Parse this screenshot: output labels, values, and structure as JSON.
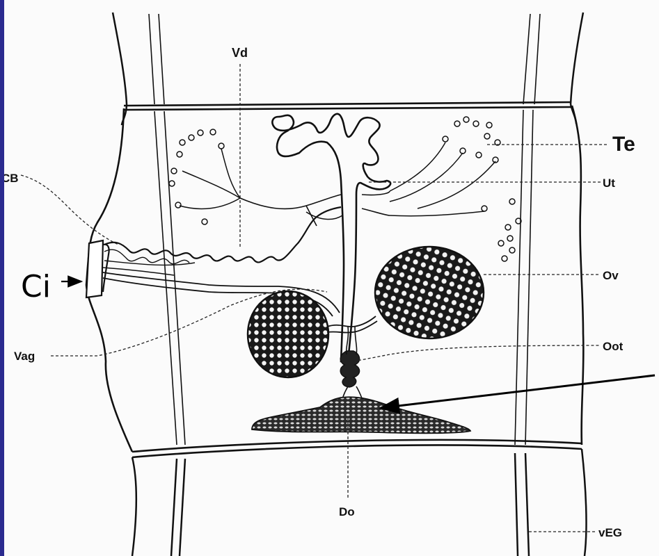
{
  "labels": {
    "vd": "Vd",
    "te": "Te",
    "cb": "CB",
    "ut": "Ut",
    "ci": "Ci",
    "ov": "Ov",
    "vag": "Vag",
    "oot": "Oot",
    "do": "Do",
    "veg": "vEG"
  },
  "colors": {
    "slide_background": "#2b2b8f",
    "drawing_background": "#fbfbfb",
    "ink": "#111111"
  }
}
